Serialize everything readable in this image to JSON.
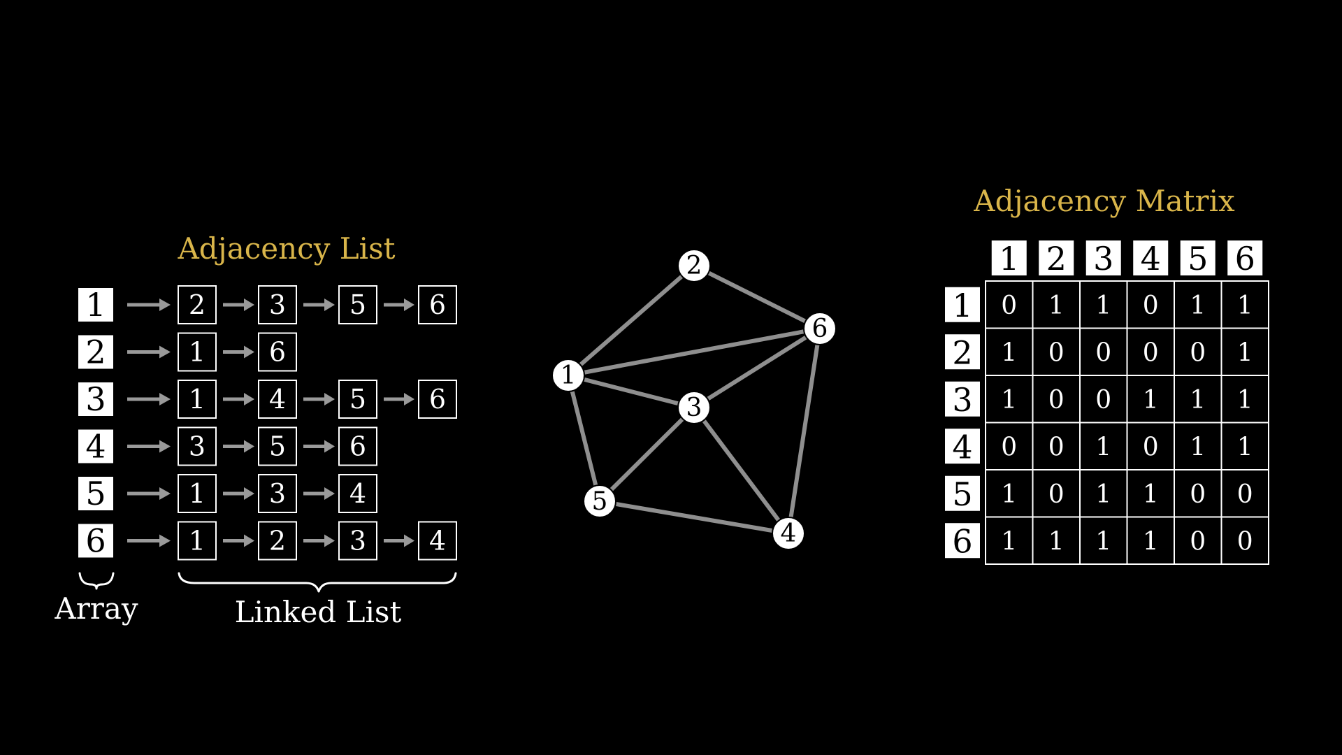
{
  "adjacency_list": {
    "title": "Adjacency List",
    "array_label": "Array",
    "linked_list_label": "Linked List",
    "rows": [
      {
        "vertex": "1",
        "neighbors": [
          "2",
          "3",
          "5",
          "6"
        ]
      },
      {
        "vertex": "2",
        "neighbors": [
          "1",
          "6"
        ]
      },
      {
        "vertex": "3",
        "neighbors": [
          "1",
          "4",
          "5",
          "6"
        ]
      },
      {
        "vertex": "4",
        "neighbors": [
          "3",
          "5",
          "6"
        ]
      },
      {
        "vertex": "5",
        "neighbors": [
          "1",
          "3",
          "4"
        ]
      },
      {
        "vertex": "6",
        "neighbors": [
          "1",
          "2",
          "3",
          "4"
        ]
      }
    ]
  },
  "graph": {
    "nodes": [
      {
        "id": "1",
        "label": "1"
      },
      {
        "id": "2",
        "label": "2"
      },
      {
        "id": "3",
        "label": "3"
      },
      {
        "id": "4",
        "label": "4"
      },
      {
        "id": "5",
        "label": "5"
      },
      {
        "id": "6",
        "label": "6"
      }
    ],
    "edges": [
      {
        "from": "1",
        "to": "2"
      },
      {
        "from": "1",
        "to": "6"
      },
      {
        "from": "1",
        "to": "3"
      },
      {
        "from": "1",
        "to": "5"
      },
      {
        "from": "2",
        "to": "6"
      },
      {
        "from": "3",
        "to": "6"
      },
      {
        "from": "3",
        "to": "5"
      },
      {
        "from": "3",
        "to": "4"
      },
      {
        "from": "5",
        "to": "4"
      },
      {
        "from": "6",
        "to": "4"
      }
    ]
  },
  "adjacency_matrix": {
    "title": "Adjacency Matrix",
    "column_headers": [
      "1",
      "2",
      "3",
      "4",
      "5",
      "6"
    ],
    "row_headers": [
      "1",
      "2",
      "3",
      "4",
      "5",
      "6"
    ],
    "values": [
      [
        "0",
        "1",
        "1",
        "0",
        "1",
        "1"
      ],
      [
        "1",
        "0",
        "0",
        "0",
        "0",
        "1"
      ],
      [
        "1",
        "0",
        "0",
        "1",
        "1",
        "1"
      ],
      [
        "0",
        "0",
        "1",
        "0",
        "1",
        "1"
      ],
      [
        "1",
        "0",
        "1",
        "1",
        "0",
        "0"
      ],
      [
        "1",
        "1",
        "1",
        "1",
        "0",
        "0"
      ]
    ]
  },
  "colors": {
    "background": "#000000",
    "title_gold": "#d9b54a",
    "foreground": "#ffffff",
    "arrow_gray": "#9a9a9a",
    "edge_gray": "#8f8f8f"
  }
}
